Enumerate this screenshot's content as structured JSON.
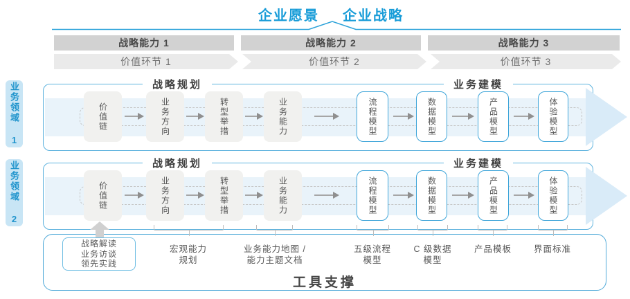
{
  "header": {
    "vision": "企业愿景",
    "strategy": "企业战略"
  },
  "strategic_capabilities": [
    "战略能力 1",
    "战略能力 2",
    "战略能力 3"
  ],
  "value_links": [
    "价值环节 1",
    "价值环节 2",
    "价值环节 3"
  ],
  "business_domains": [
    "业务领域 1",
    "业务领域 2"
  ],
  "row": {
    "planning_header": "战略规划",
    "modeling_header": "业务建模",
    "planning_boxes": [
      "价值链",
      "业务方向",
      "转型举措",
      "业务能力"
    ],
    "modeling_boxes": [
      "流程模型",
      "数据模型",
      "产品模型",
      "体验模型"
    ]
  },
  "annotations": {
    "practice_box_lines": [
      "战略解读",
      "业务访谈",
      "领先实践"
    ],
    "items": [
      [
        "宏观能力",
        "规划"
      ],
      [
        "业务能力地图 /",
        "能力主题文档"
      ],
      [
        "五级流程",
        "模型"
      ],
      [
        "C 级数据",
        "模型"
      ],
      [
        "产品模板"
      ],
      [
        "界面标准"
      ]
    ]
  },
  "footer": {
    "tool_support": "工具支撑"
  },
  "colors": {
    "accent_blue": "#189CD8",
    "row_band": "#E9F3FA",
    "arrowhead": "#D9EBF8",
    "capability_bar": "#D2D2D2",
    "gray_box": "#F1F1EF"
  }
}
